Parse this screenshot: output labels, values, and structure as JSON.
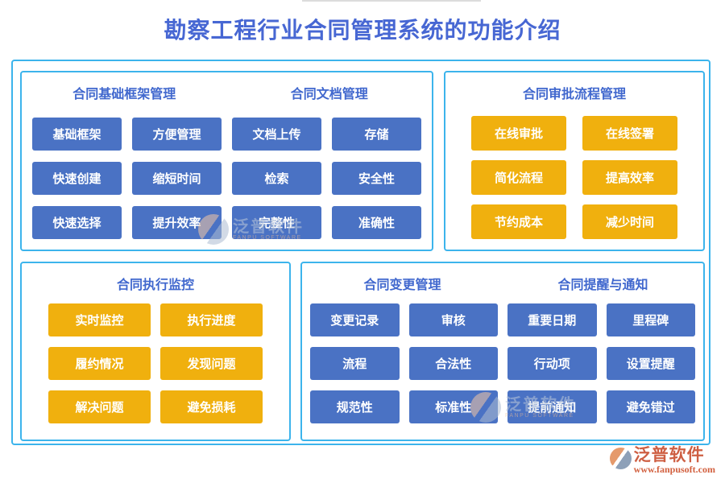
{
  "title": "勘察工程行业合同管理系统的功能介绍",
  "panels": [
    {
      "headers": [
        "合同基础框架管理",
        "合同文档管理"
      ],
      "buttons": [
        "基础框架",
        "方便管理",
        "文档上传",
        "存储",
        "快速创建",
        "缩短时间",
        "检索",
        "安全性",
        "快速选择",
        "提升效率",
        "完整性",
        "准确性"
      ],
      "accent": "#4a72c4"
    },
    {
      "headers": [
        "合同审批流程管理"
      ],
      "buttons": [
        "在线审批",
        "在线签署",
        "简化流程",
        "提高效率",
        "节约成本",
        "减少时间"
      ],
      "accent": "#f0b00e"
    },
    {
      "headers": [
        "合同执行监控"
      ],
      "buttons": [
        "实时监控",
        "执行进度",
        "履约情况",
        "发现问题",
        "解决问题",
        "避免损耗"
      ],
      "accent": "#f0b00e"
    },
    {
      "headers": [
        "合同变更管理",
        "合同提醒与通知"
      ],
      "buttons": [
        "变更记录",
        "审核",
        "重要日期",
        "里程碑",
        "流程",
        "合法性",
        "行动项",
        "设置提醒",
        "规范性",
        "标准性",
        "提前通知",
        "避免错过"
      ],
      "accent": "#4a72c4"
    }
  ],
  "watermark": {
    "text": "泛普软件",
    "subtext": "FANPU SOFTWARE"
  },
  "logo": {
    "name": "泛普软件",
    "url": "www.fanpusoft.com"
  },
  "colors": {
    "title_blue": "#4767d3",
    "header_blue": "#4168ce",
    "button_blue": "#4a72c4",
    "button_yellow": "#f0b00e",
    "frame_blue": "#3cb4ec",
    "logo_orange": "#ce5f43"
  }
}
